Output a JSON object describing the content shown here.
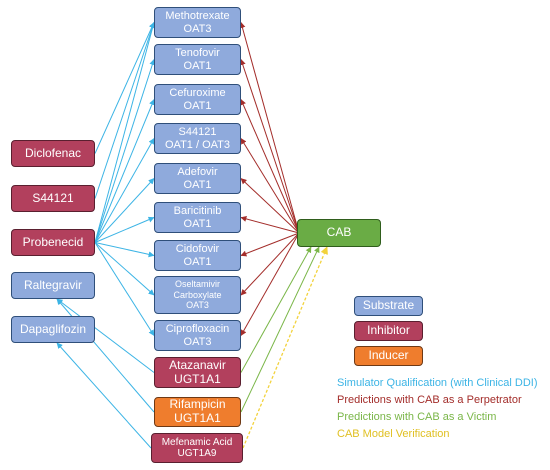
{
  "substrates": [
    {
      "id": "mtx",
      "lines": [
        "Methotrexate",
        "OAT3"
      ]
    },
    {
      "id": "tfv",
      "lines": [
        "Tenofovir",
        "OAT1"
      ]
    },
    {
      "id": "cef",
      "lines": [
        "Cefuroxime",
        "OAT1"
      ]
    },
    {
      "id": "s44s",
      "lines": [
        "S44121",
        "OAT1 / OAT3"
      ]
    },
    {
      "id": "ade",
      "lines": [
        "Adefovir",
        "OAT1"
      ]
    },
    {
      "id": "bar",
      "lines": [
        "Baricitinib",
        "OAT1"
      ]
    },
    {
      "id": "cid",
      "lines": [
        "Cidofovir",
        "OAT1"
      ]
    },
    {
      "id": "ose",
      "lines": [
        "Oseltamivir",
        "Carboxylate",
        "OAT3"
      ]
    },
    {
      "id": "cip",
      "lines": [
        "Ciprofloxacin",
        "OAT3"
      ]
    },
    {
      "id": "ata",
      "lines": [
        "Atazanavir",
        "UGT1A1"
      ]
    },
    {
      "id": "rif",
      "lines": [
        "Rifampicin",
        "UGT1A1"
      ]
    },
    {
      "id": "mef",
      "lines": [
        "Mefenamic Acid",
        "UGT1A9"
      ]
    }
  ],
  "perpetrators": [
    {
      "id": "dic",
      "label": "Diclofenac"
    },
    {
      "id": "s44p",
      "label": "S44121"
    },
    {
      "id": "pro",
      "label": "Probenecid"
    },
    {
      "id": "ral",
      "label": "Raltegravir"
    },
    {
      "id": "dap",
      "label": "Dapaglifozin"
    }
  ],
  "center": {
    "id": "cab",
    "label": "CAB"
  },
  "legend": {
    "substrate": "Substrate",
    "inhibitor": "Inhibitor",
    "inducer": "Inducer",
    "simulator": "Simulator Qualification (with Clinical DDI)",
    "perpetrator": "Predictions with CAB as a Perpetrator",
    "victim": "Predictions with CAB as a Victim",
    "verification": "CAB Model Verification"
  },
  "colors": {
    "substrate": "#8faadc",
    "inhibitor": "#b2405d",
    "inducer": "#ef7d2d",
    "cab": "#6aac45",
    "simulator": "#3cb4e5",
    "perpetrator": "#a32d2a",
    "victim": "#7ab648",
    "verification": "#f2d23c"
  },
  "edges": [
    {
      "from": "pro",
      "to": "mtx",
      "kind": "simulator"
    },
    {
      "from": "pro",
      "to": "tfv",
      "kind": "simulator"
    },
    {
      "from": "pro",
      "to": "cef",
      "kind": "simulator"
    },
    {
      "from": "pro",
      "to": "s44s",
      "kind": "simulator"
    },
    {
      "from": "pro",
      "to": "ade",
      "kind": "simulator"
    },
    {
      "from": "pro",
      "to": "bar",
      "kind": "simulator"
    },
    {
      "from": "pro",
      "to": "cid",
      "kind": "simulator"
    },
    {
      "from": "pro",
      "to": "ose",
      "kind": "simulator"
    },
    {
      "from": "pro",
      "to": "cip",
      "kind": "simulator"
    },
    {
      "from": "dic",
      "to": "mtx",
      "kind": "simulator"
    },
    {
      "from": "s44p",
      "to": "mtx",
      "kind": "simulator"
    },
    {
      "from": "ata",
      "to": "ral",
      "kind": "simulator"
    },
    {
      "from": "rif",
      "to": "ral",
      "kind": "simulator"
    },
    {
      "from": "mef",
      "to": "dap",
      "kind": "simulator"
    },
    {
      "from": "cab",
      "to": "mtx",
      "kind": "perpetrator"
    },
    {
      "from": "cab",
      "to": "tfv",
      "kind": "perpetrator"
    },
    {
      "from": "cab",
      "to": "cef",
      "kind": "perpetrator"
    },
    {
      "from": "cab",
      "to": "s44s",
      "kind": "perpetrator"
    },
    {
      "from": "cab",
      "to": "ade",
      "kind": "perpetrator"
    },
    {
      "from": "cab",
      "to": "bar",
      "kind": "perpetrator"
    },
    {
      "from": "cab",
      "to": "cid",
      "kind": "perpetrator"
    },
    {
      "from": "cab",
      "to": "ose",
      "kind": "perpetrator"
    },
    {
      "from": "cab",
      "to": "cip",
      "kind": "perpetrator"
    },
    {
      "from": "ata",
      "to": "cab",
      "kind": "victim"
    },
    {
      "from": "rif",
      "to": "cab",
      "kind": "victim"
    },
    {
      "from": "mef",
      "to": "cab",
      "kind": "verification"
    }
  ]
}
